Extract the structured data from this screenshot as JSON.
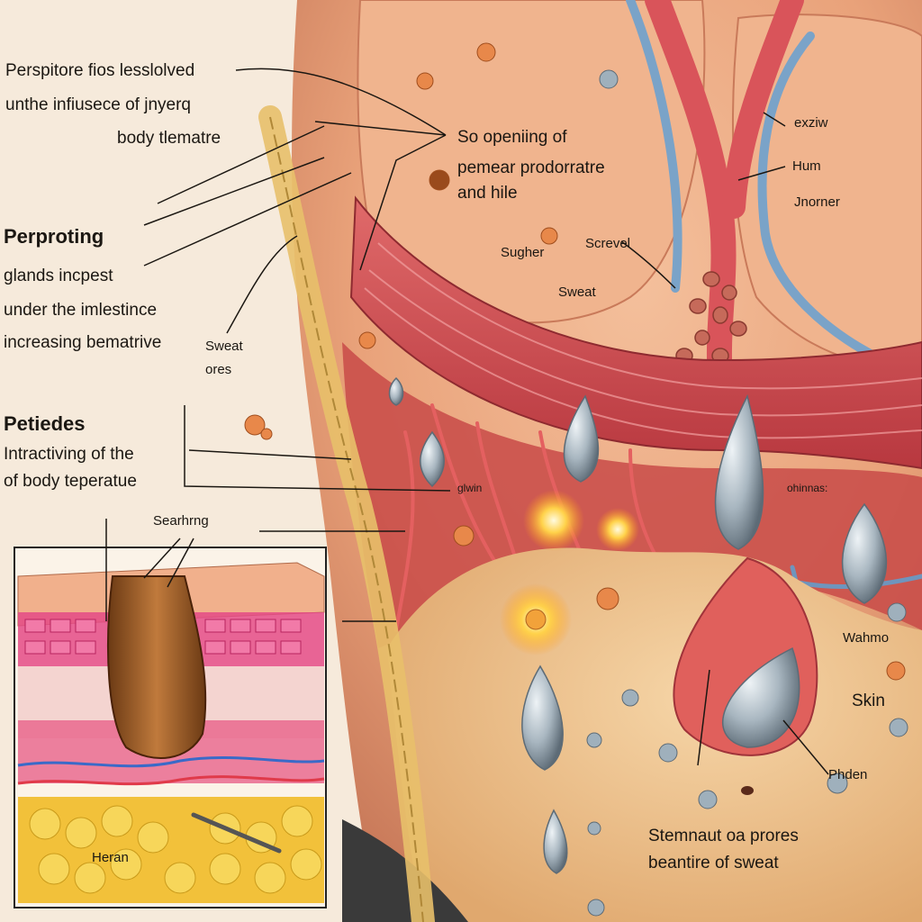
{
  "labels": {
    "top_left": [
      "Perspitore fios lesslolved",
      "unthe infiusece of jnyerq",
      "body tlematre"
    ],
    "perproting_heading": "Perproting",
    "glands": [
      "glands incpest",
      "under the imlestince",
      "increasing bematrive"
    ],
    "sweat_ores": [
      "Sweat",
      "ores"
    ],
    "petiedes_heading": "Petiedes",
    "intractiving": [
      "Intractiving of the",
      "of  body teperatue"
    ],
    "searching": "Searhrng",
    "heran": "Heran",
    "opening": [
      "So openiing of",
      "pemear prodorratre",
      "and hile"
    ],
    "sugher": "Sugher",
    "screvel": "Screvel",
    "sweat": "Sweat",
    "exziw": "exziw",
    "hum": "Hum",
    "jnorner": "Jnorner",
    "glwin": "glwin",
    "ohinnas": "ohinnas:",
    "wahmo": "Wahmo",
    "skin": "Skin",
    "phden": "Phden",
    "stemnaut": [
      "Stemnaut  oa prores",
      "beantire of  sweat"
    ]
  },
  "colors": {
    "skin": "#e9a27a",
    "muscle": "#d9545a",
    "vessel_blue": "#7aa3c8",
    "fat": "#f0c23c",
    "sweat_drop": "#b6c3cc",
    "spark": "#ffc21a"
  }
}
